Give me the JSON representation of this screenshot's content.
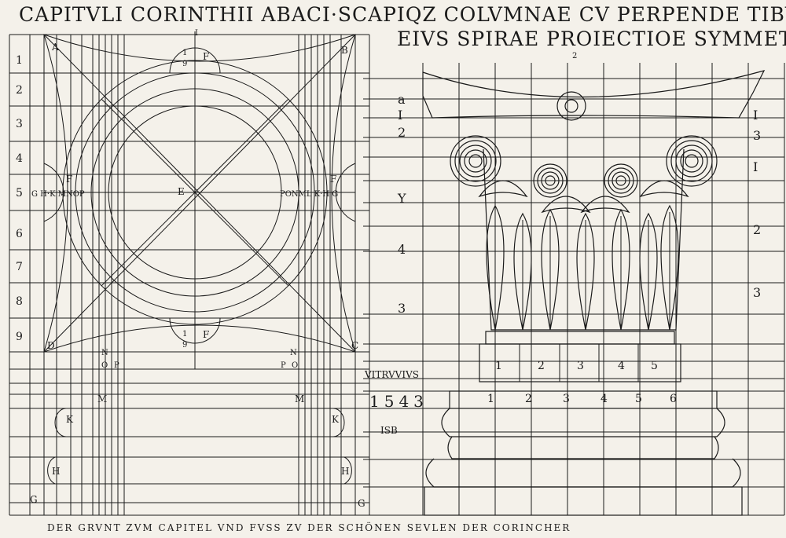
{
  "title": {
    "line1": "CAPITVLI CORINTHII ABACI·SCAPIQZ COLVMNAE CV PERPENDE TIBVS LINEIS AC",
    "line2": "EIVS SPIRAE PROIECTIOE SYMMETRIA."
  },
  "footer": "DER GRVNT ZVM CAPITEL VND FVSS ZV DER SCHÖNEN SEVLEN DER CORINCHER",
  "inscription": {
    "author": "VITRVVIVS",
    "year": "1543",
    "monogram": "ISB"
  },
  "left_plan": {
    "top_index": "I",
    "row_numbers": [
      "1",
      "2",
      "3",
      "4",
      "5",
      "6",
      "7",
      "8",
      "9"
    ],
    "corner_labels": {
      "a": "A",
      "b": "B",
      "c": "C",
      "d": "D"
    },
    "fraction": {
      "num": "1",
      "den": "9"
    },
    "f_label": "F",
    "center_label": "E",
    "left_row_letters": "G H·K  MNOP",
    "right_row_letters": "PONML K·H G",
    "np_labels": {
      "n": "N",
      "o": "O",
      "p": "P"
    },
    "base_labels": {
      "m": "M",
      "k": "K",
      "h": "H",
      "g": "G"
    }
  },
  "right_elevation": {
    "top_index": "2",
    "left_scale": [
      "a",
      "I",
      "2",
      "Y",
      "4",
      "3"
    ],
    "right_scale": [
      "I",
      "3",
      "I",
      "2",
      "3"
    ],
    "abacus_numbers": [
      "1",
      "2",
      "3",
      "4",
      "5"
    ],
    "base_numbers": [
      "1",
      "2",
      "3",
      "4",
      "5",
      "6"
    ]
  }
}
